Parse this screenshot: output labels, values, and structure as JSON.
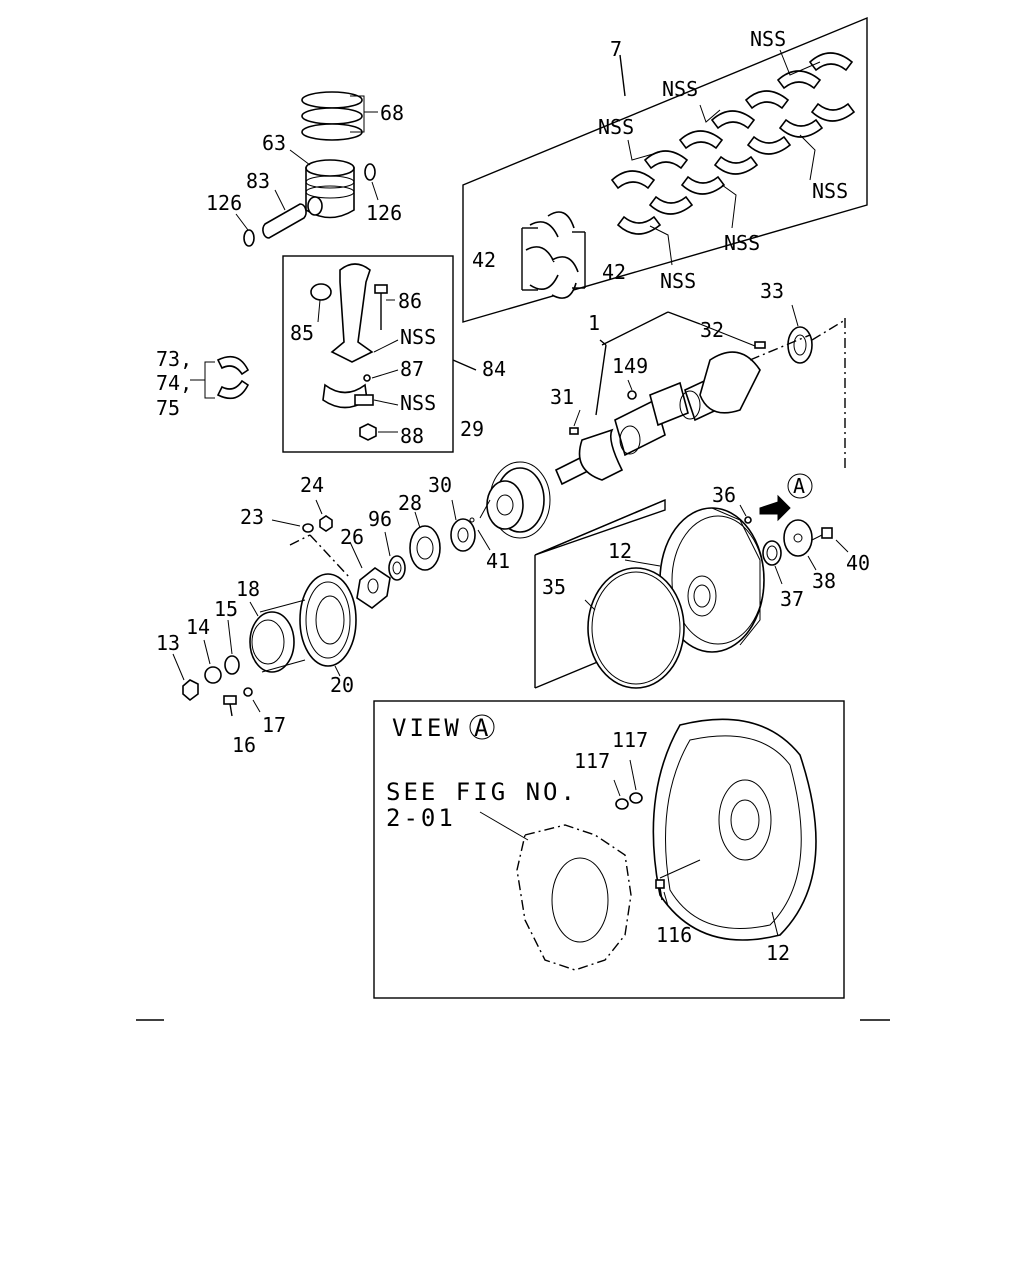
{
  "labels": {
    "p7": "7",
    "p68": "68",
    "p63": "63",
    "p83": "83",
    "p126a": "126",
    "p126b": "126",
    "p42a": "42",
    "p42b": "42",
    "nss1": "NSS",
    "nss2": "NSS",
    "nss3": "NSS",
    "nss4": "NSS",
    "nss5": "NSS",
    "nss6": "NSS",
    "nss7": "NSS",
    "nss8": "NSS",
    "p86": "86",
    "p85": "85",
    "p87": "87",
    "p88": "88",
    "p84": "84",
    "p73": "73,",
    "p74": "74,",
    "p75": "75",
    "p33": "33",
    "p32": "32",
    "p1": "1",
    "p149": "149",
    "p31": "31",
    "p29": "29",
    "p24": "24",
    "p23": "23",
    "p26": "26",
    "p96": "96",
    "p28": "28",
    "p30": "30",
    "p41": "41",
    "p36": "36",
    "viewA": "A",
    "p12a": "12",
    "p40": "40",
    "p38": "38",
    "p37": "37",
    "p35": "35",
    "p18": "18",
    "p15": "15",
    "p14": "14",
    "p13": "13",
    "p20": "20",
    "p17": "17",
    "p16": "16",
    "view_title": "VIEW",
    "view_circle": "A",
    "p117a": "117",
    "p117b": "117",
    "see_fig_1": "SEE FIG NO.",
    "see_fig_2": "2-01",
    "p116": "116",
    "p12b": "12"
  }
}
